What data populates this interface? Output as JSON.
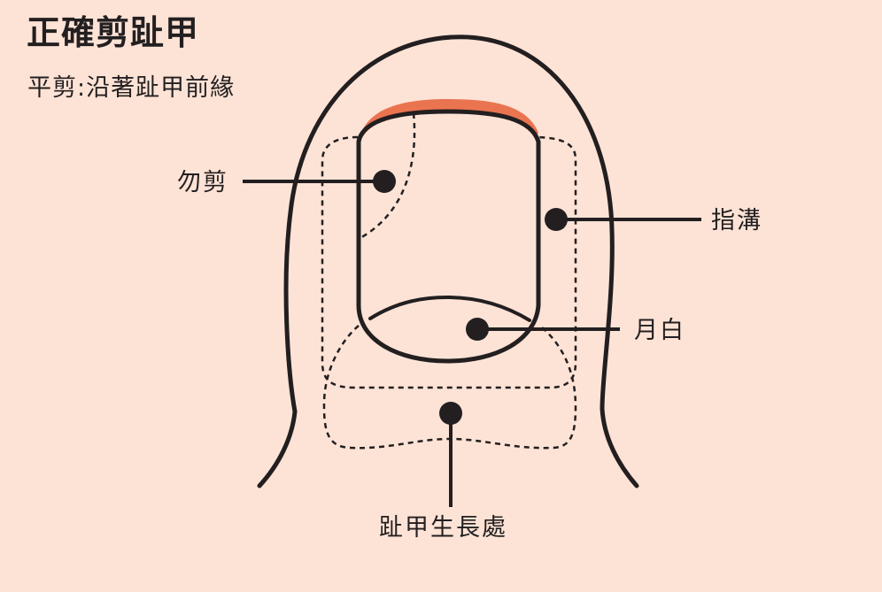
{
  "header": {
    "title": "正確剪趾甲",
    "subtitle": "平剪:沿著趾甲前緣"
  },
  "labels": {
    "no_cut": "勿剪",
    "nail_groove": "指溝",
    "lunula": "月白",
    "nail_matrix": "趾甲生長處"
  },
  "colors": {
    "background": "#fde3d6",
    "line": "#231f20",
    "cut_edge": "#ea7450"
  }
}
